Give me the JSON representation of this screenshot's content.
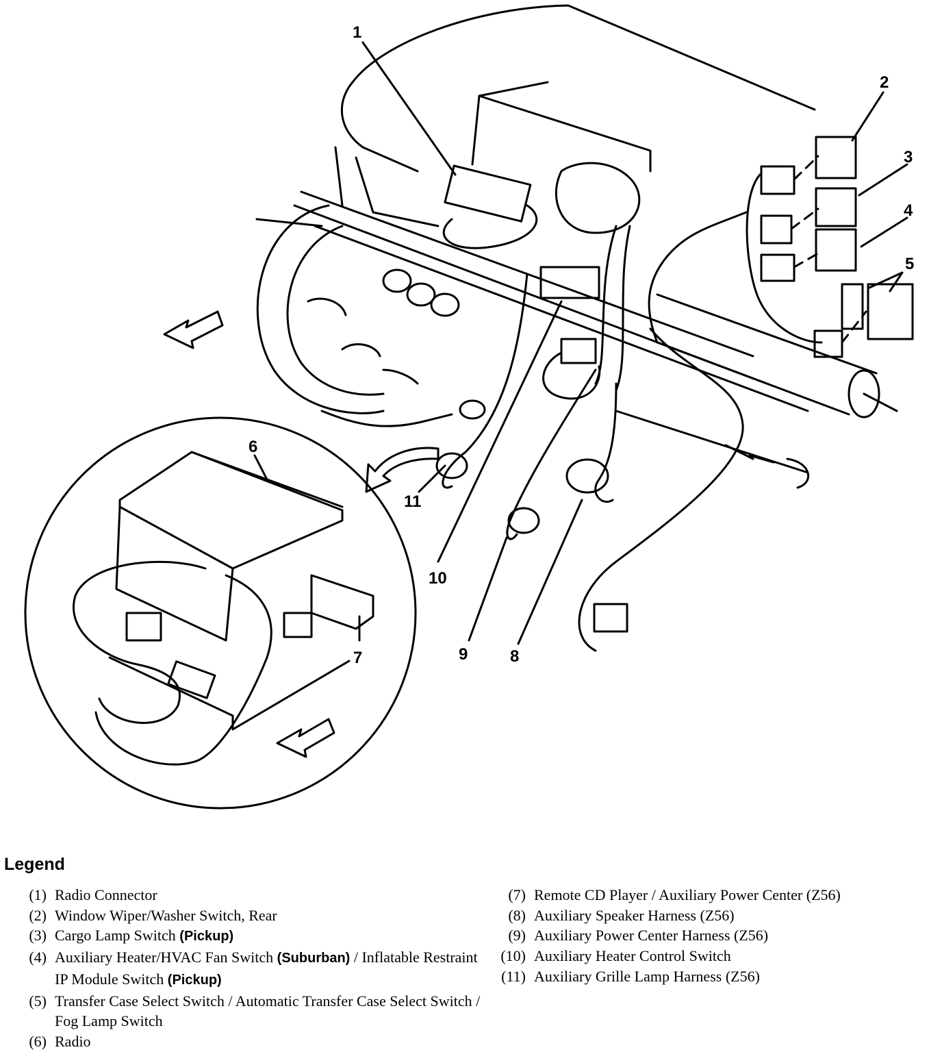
{
  "callouts": [
    "1",
    "2",
    "3",
    "4",
    "5",
    "6",
    "7",
    "8",
    "9",
    "10",
    "11"
  ],
  "legend": {
    "title": "Legend",
    "left": [
      {
        "num": "(1)",
        "parts": [
          {
            "t": "Radio Connector"
          }
        ]
      },
      {
        "num": "(2)",
        "parts": [
          {
            "t": "Window Wiper/Washer Switch, Rear"
          }
        ]
      },
      {
        "num": "(3)",
        "parts": [
          {
            "t": "Cargo Lamp Switch "
          },
          {
            "t": "(Pickup)",
            "b": true
          }
        ]
      },
      {
        "num": "(4)",
        "parts": [
          {
            "t": "Auxiliary Heater/HVAC Fan Switch "
          },
          {
            "t": "(Suburban)",
            "b": true
          },
          {
            "t": " / Inflatable Restraint IP Module Switch "
          },
          {
            "t": "(Pickup)",
            "b": true
          }
        ]
      },
      {
        "num": "(5)",
        "parts": [
          {
            "t": "Transfer Case Select Switch / Automatic Transfer Case Select Switch / Fog Lamp Switch"
          }
        ]
      },
      {
        "num": "(6)",
        "parts": [
          {
            "t": "Radio"
          }
        ]
      }
    ],
    "right": [
      {
        "num": "(7)",
        "parts": [
          {
            "t": "Remote CD Player / Auxiliary Power Center (Z56)"
          }
        ]
      },
      {
        "num": "(8)",
        "parts": [
          {
            "t": "Auxiliary Speaker Harness (Z56)"
          }
        ]
      },
      {
        "num": "(9)",
        "parts": [
          {
            "t": "Auxiliary Power Center Harness (Z56)"
          }
        ]
      },
      {
        "num": "(10)",
        "parts": [
          {
            "t": "Auxiliary Heater Control Switch"
          }
        ]
      },
      {
        "num": "(11)",
        "parts": [
          {
            "t": "Auxiliary Grille Lamp Harness (Z56)"
          }
        ]
      }
    ]
  }
}
